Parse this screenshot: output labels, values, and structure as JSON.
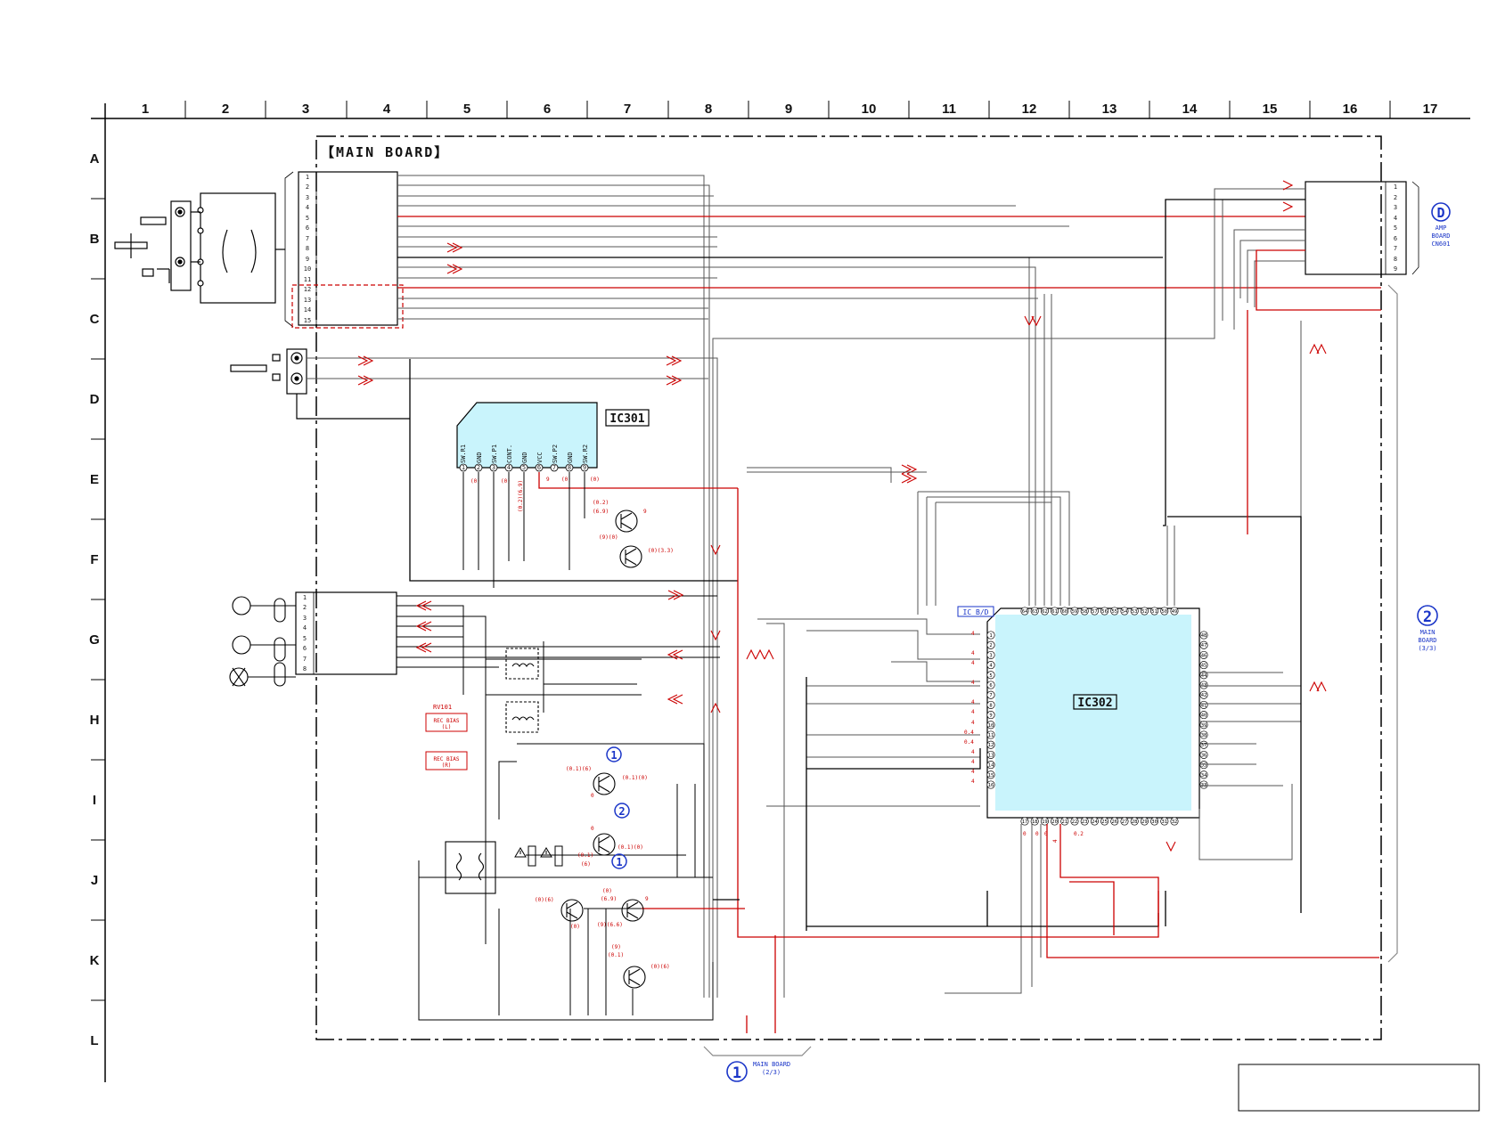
{
  "grid": {
    "columns": [
      "1",
      "2",
      "3",
      "4",
      "5",
      "6",
      "7",
      "8",
      "9",
      "10",
      "11",
      "12",
      "13",
      "14",
      "15",
      "16",
      "17"
    ],
    "rows": [
      "A",
      "B",
      "C",
      "D",
      "E",
      "F",
      "G",
      "H",
      "I",
      "J",
      "K",
      "L"
    ]
  },
  "board_title": "【MAIN BOARD】",
  "ic301": {
    "name": "IC301",
    "pins": [
      "SW.R1",
      "GND",
      "SW.P1",
      "CONT.",
      "GND",
      "VCC",
      "SW.P2",
      "GND",
      "SW.R2"
    ],
    "numbers": [
      "1",
      "2",
      "3",
      "4",
      "5",
      "6",
      "7",
      "8",
      "9"
    ],
    "voltages": [
      "(0)",
      "(0)",
      "(0.2)(6.9)",
      "9",
      "(0)",
      "(0)"
    ]
  },
  "ic302": {
    "name": "IC302",
    "sub_label": "IC B/D",
    "left_pins": [
      "1",
      "2",
      "3",
      "4",
      "5",
      "6",
      "7",
      "8",
      "9",
      "10",
      "11",
      "12",
      "13",
      "14",
      "15",
      "16"
    ],
    "right_pins": [
      "48",
      "47",
      "46",
      "45",
      "44",
      "43",
      "42",
      "41",
      "40",
      "39",
      "38",
      "37",
      "36",
      "35",
      "34",
      "33"
    ],
    "top_pins": [
      "64",
      "63",
      "62",
      "61",
      "60",
      "59",
      "58",
      "57",
      "56",
      "55",
      "54",
      "53",
      "52",
      "51",
      "50",
      "49"
    ],
    "bottom_pins": [
      "17",
      "18",
      "19",
      "20",
      "21",
      "22",
      "23",
      "24",
      "25",
      "26",
      "27",
      "28",
      "29",
      "30",
      "31",
      "32"
    ]
  },
  "connector_main": {
    "pins": [
      "1",
      "2",
      "3",
      "4",
      "5",
      "6",
      "7",
      "8",
      "9",
      "10",
      "11",
      "12",
      "13",
      "14",
      "15"
    ]
  },
  "connector_amp": {
    "pins": [
      "1",
      "2",
      "3",
      "4",
      "5",
      "6",
      "7",
      "8",
      "9"
    ],
    "marker": "D",
    "label_lines": [
      "AMP",
      "BOARD",
      "CN601"
    ]
  },
  "connector_jack": {
    "pins": [
      "1",
      "2",
      "3",
      "4",
      "5",
      "6",
      "7",
      "8"
    ]
  },
  "offpage_right": {
    "marker": "2",
    "label_lines": [
      "MAIN",
      "BOARD",
      "(3/3)"
    ]
  },
  "offpage_bottom": {
    "marker": "1",
    "label_lines": [
      "MAIN BOARD",
      "(2/3)"
    ]
  },
  "rv101": {
    "name": "RV101",
    "label_lines": [
      "REC BIAS",
      "(L)"
    ]
  },
  "rec_bias_r": {
    "label_lines": [
      "REC BIAS",
      "(R)"
    ]
  },
  "transistor_voltages": {
    "q1": [
      "(0.2)",
      "(6.9)",
      "9"
    ],
    "q2": [
      "(9)(0)",
      "(0)(3.3)"
    ],
    "q3": [
      "(0.1)(6)",
      "(0.1)(0)",
      "0"
    ],
    "q4": [
      "0",
      "(0.1)(0)",
      "(0.1)",
      "(6)"
    ],
    "q5": [
      "(0)(6)",
      "(0)"
    ],
    "q6": [
      "(0)",
      "(6.9)",
      "9",
      "(9)(6.6)"
    ],
    "q7": [
      "(9)",
      "(0.1)",
      "(0)(6)"
    ]
  },
  "pin_voltage_marks": [
    "4",
    "4",
    "4",
    "4",
    "4",
    "4",
    "4",
    "0.4",
    "0.4",
    "4",
    "4",
    "4",
    "4"
  ],
  "bottom_pin_voltages": [
    "0",
    "0",
    "0",
    "4",
    "0.2"
  ],
  "colors": {
    "trace": "#000000",
    "trace_gray": "#6b6b6b",
    "red": "#c00000",
    "ic_fill": "#c9f4fc",
    "blue": "#1a35c8"
  },
  "markers_circled": [
    "1",
    "2",
    "1"
  ]
}
